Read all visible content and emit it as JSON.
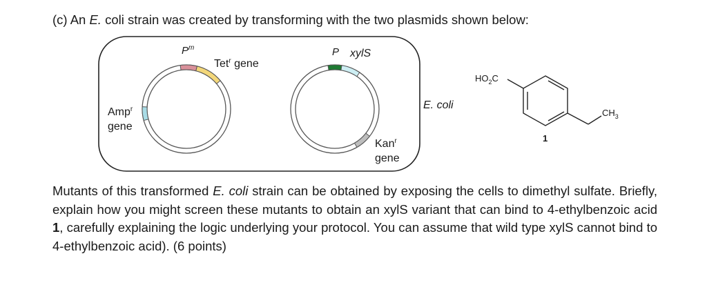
{
  "question": {
    "heading_prefix": "(c) An ",
    "heading_italic": "E.",
    "heading_suffix": " coli strain was created by transforming with the two plasmids shown below:",
    "body_1": "Mutants of this transformed ",
    "body_italic": "E. coli",
    "body_2": " strain can be obtained by exposing the cells to dimethyl sulfate. Briefly, explain how you might screen these mutants to obtain an xylS variant that can bind to 4-ethylbenzoic acid ",
    "body_bold": "1",
    "body_3": ", carefully explaining the logic underlying your protocol. You can assume that wild type xylS cannot bind to 4-ethylbenzoic acid). (6 points)"
  },
  "diagram": {
    "cell_label": "E. coli",
    "plasmid1": {
      "promoter_base": "P",
      "promoter_sup": "m",
      "tet_label": "Tet",
      "tet_sup": "r",
      "tet_suffix": " gene",
      "amp_label": "Amp",
      "amp_sup": "r",
      "amp_gene": "gene"
    },
    "plasmid2": {
      "promoter": "P",
      "gene": "xylS",
      "kan_label": "Kan",
      "kan_sup": "r",
      "kan_gene": "gene"
    },
    "colors": {
      "promoter1": "#d9909a",
      "tet": "#f3d77a",
      "amp": "#a9dce6",
      "promoter2": "#1e7a32",
      "xyls": "#cdeef3",
      "kan": "#bdbdbd"
    }
  },
  "molecule": {
    "left_group_prefix": "HO",
    "left_group_sub": "2",
    "left_group_suffix": "C",
    "right_group_prefix": "CH",
    "right_group_sub": "3",
    "compound_number": "1"
  }
}
